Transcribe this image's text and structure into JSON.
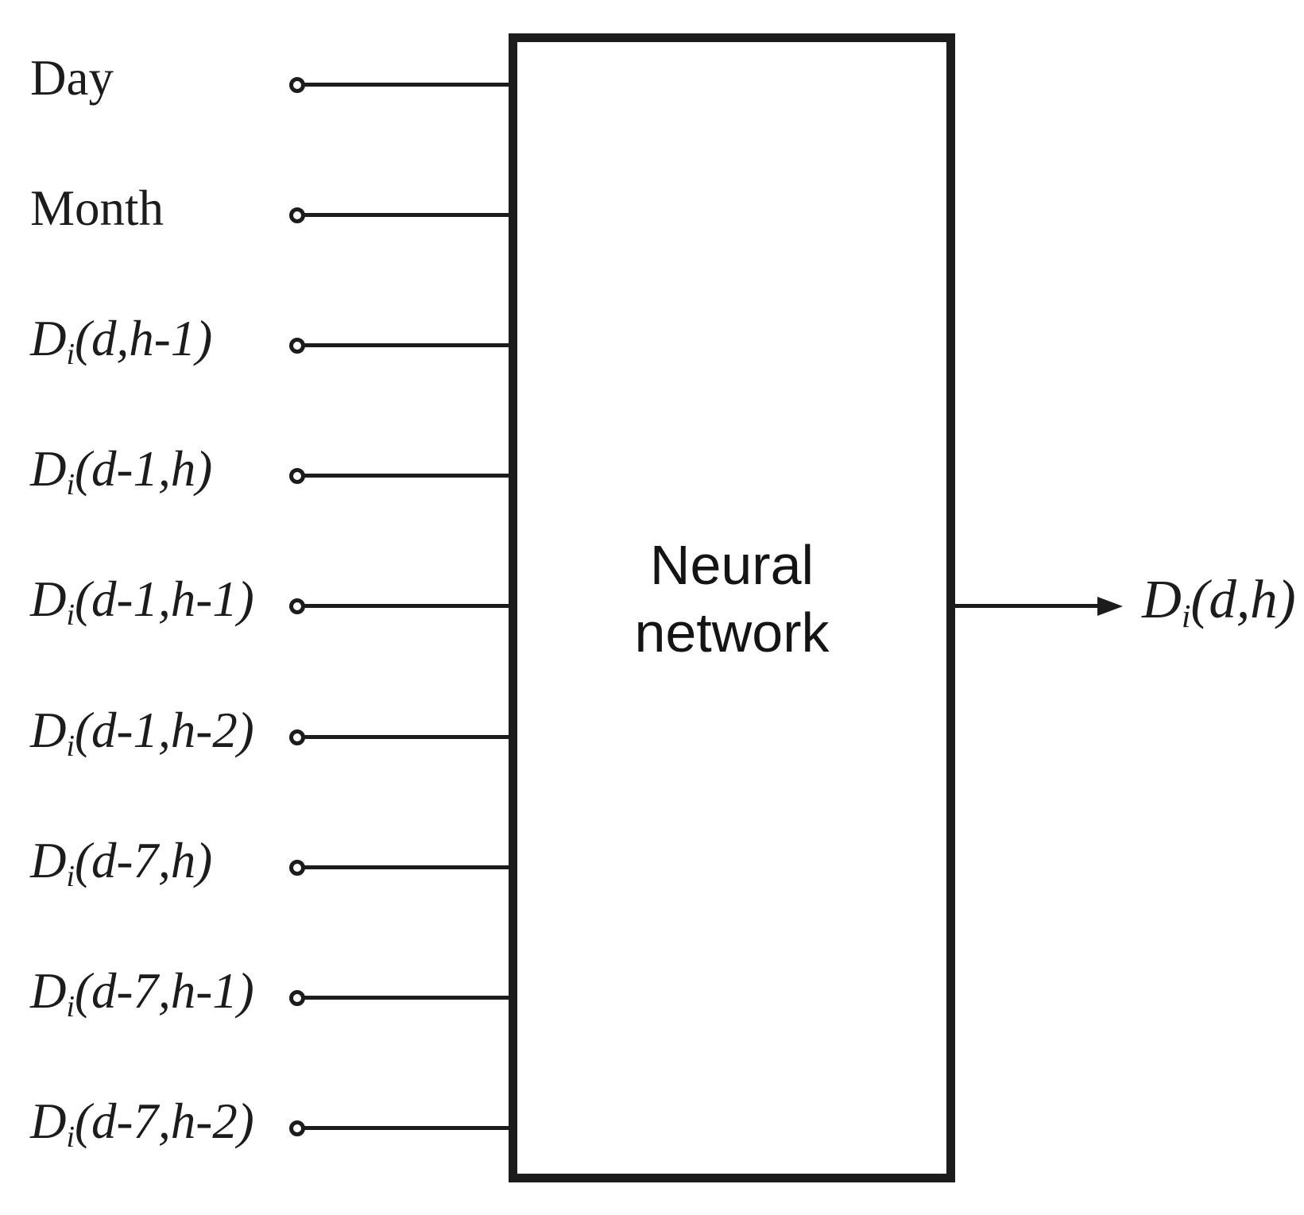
{
  "diagram": {
    "colors": {
      "ink": "#1c1c1c",
      "background": "#ffffff"
    },
    "box_label": {
      "line1": "Neural",
      "line2": "network"
    },
    "inputs": [
      {
        "base": "Day",
        "sub": "",
        "args": ""
      },
      {
        "base": "Month",
        "sub": "",
        "args": ""
      },
      {
        "base": "D",
        "sub": "i",
        "args": "(d,h-1)"
      },
      {
        "base": "D",
        "sub": "i",
        "args": "(d-1,h)"
      },
      {
        "base": "D",
        "sub": "i",
        "args": "(d-1,h-1)"
      },
      {
        "base": "D",
        "sub": "i",
        "args": "(d-1,h-2)"
      },
      {
        "base": "D",
        "sub": "i",
        "args": "(d-7,h)"
      },
      {
        "base": "D",
        "sub": "i",
        "args": "(d-7,h-1)"
      },
      {
        "base": "D",
        "sub": "i",
        "args": "(d-7,h-2)"
      }
    ],
    "output": {
      "base": "D",
      "sub": "i",
      "args": "(d,h)"
    }
  }
}
